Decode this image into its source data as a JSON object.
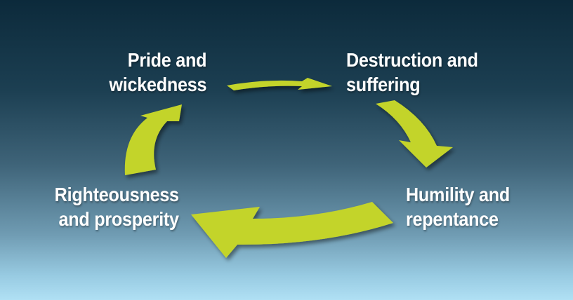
{
  "stages": [
    {
      "line1": "Pride and",
      "line2": "wickedness"
    },
    {
      "line1": "Destruction and",
      "line2": "suffering"
    },
    {
      "line1": "Humility and",
      "line2": "repentance"
    },
    {
      "line1": "Righteousness",
      "line2": "and prosperity"
    }
  ],
  "colors": {
    "arrow": "#c3d42c",
    "text": "#ffffff"
  }
}
